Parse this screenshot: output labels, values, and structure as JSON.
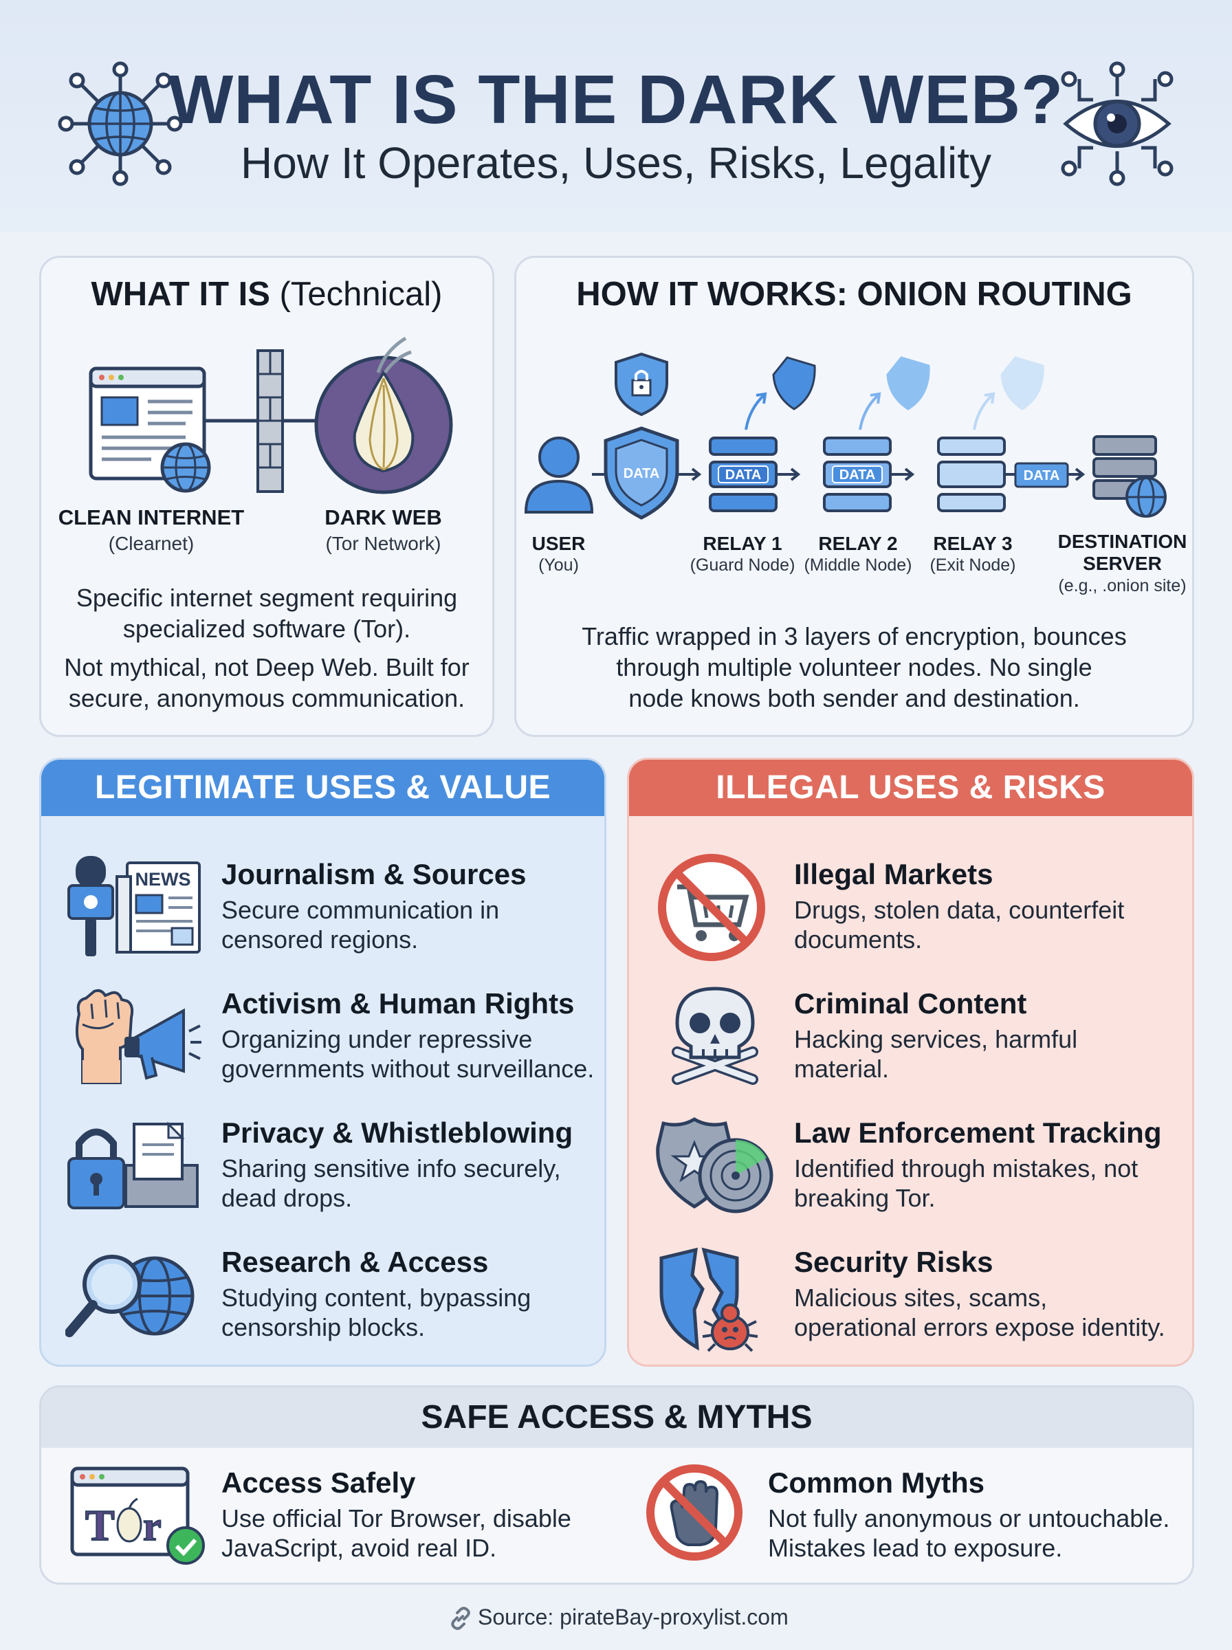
{
  "header": {
    "title": "WHAT IS THE DARK WEB?",
    "subtitle": "How It Operates, Uses, Risks, Legality",
    "left_icon": "network-globe-icon",
    "right_icon": "network-eye-icon"
  },
  "what_it_is": {
    "title_bold": "WHAT IT IS",
    "title_light": "(Technical)",
    "clean_label": "CLEAN INTERNET",
    "clean_sub": "(Clearnet)",
    "dark_label": "DARK WEB",
    "dark_sub": "(Tor Network)",
    "para1_line1": "Specific internet segment requiring",
    "para1_line2": "specialized software (Tor).",
    "para2_line1": "Not mythical, not Deep Web. Built for",
    "para2_line2": "secure, anonymous communication."
  },
  "how_it_works": {
    "title": "HOW IT WORKS: ONION ROUTING",
    "data_label": "DATA",
    "nodes": [
      {
        "name": "USER",
        "sub": "(You)"
      },
      {
        "name": "RELAY 1",
        "sub": "(Guard Node)"
      },
      {
        "name": "RELAY 2",
        "sub": "(Middle Node)"
      },
      {
        "name": "RELAY 3",
        "sub": "(Exit Node)"
      }
    ],
    "dest_line1": "DESTINATION",
    "dest_line2": "SERVER",
    "dest_sub": "(e.g., .onion site)",
    "desc_line1": "Traffic wrapped in 3 layers of encryption, bounces",
    "desc_line2": "through multiple volunteer nodes. No single",
    "desc_line3": "node knows both sender and destination."
  },
  "legit": {
    "heading": "LEGITIMATE USES & VALUE",
    "color": "#4a8fdf",
    "items": [
      {
        "title": "Journalism & Sources",
        "line1": "Secure communication in",
        "line2": "censored regions.",
        "icon": "microphone-news-icon",
        "icon_text": "NEWS"
      },
      {
        "title": "Activism & Human Rights",
        "line1": "Organizing under repressive",
        "line2": "governments without surveillance.",
        "icon": "fist-megaphone-icon"
      },
      {
        "title": "Privacy & Whistleblowing",
        "line1": "Sharing sensitive info securely,",
        "line2": "dead drops.",
        "icon": "lock-inbox-icon"
      },
      {
        "title": "Research & Access",
        "line1": "Studying content, bypassing",
        "line2": "censorship blocks.",
        "icon": "magnifier-globe-icon"
      }
    ]
  },
  "illegal": {
    "heading": "ILLEGAL USES & RISKS",
    "color": "#e06c5e",
    "items": [
      {
        "title": "Illegal Markets",
        "line1": "Drugs, stolen data, counterfeit",
        "line2": "documents.",
        "icon": "no-cart-icon"
      },
      {
        "title": "Criminal Content",
        "line1": "Hacking services, harmful",
        "line2": "material.",
        "icon": "skull-crossbones-icon"
      },
      {
        "title": "Law Enforcement Tracking",
        "line1": "Identified through mistakes, not",
        "line2": "breaking Tor.",
        "icon": "badge-radar-icon"
      },
      {
        "title": "Security Risks",
        "line1": "Malicious sites, scams,",
        "line2": "operational errors expose identity.",
        "icon": "broken-shield-bug-icon"
      }
    ]
  },
  "safe": {
    "heading": "SAFE ACCESS & MYTHS",
    "access_title": "Access Safely",
    "access_line1": "Use official Tor Browser, disable",
    "access_line2": "JavaScript, avoid real ID.",
    "access_icon": "tor-browser-check-icon",
    "myths_title": "Common Myths",
    "myths_line1": "Not fully anonymous or untouchable.",
    "myths_line2": "Mistakes lead to exposure.",
    "myths_icon": "no-hand-icon"
  },
  "footer": {
    "source": "Source: pirateBay-proxylist.com",
    "icon": "link-icon"
  }
}
